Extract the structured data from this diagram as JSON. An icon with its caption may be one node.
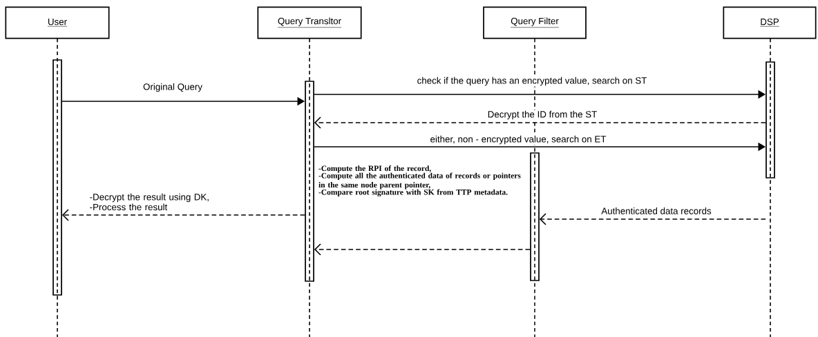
{
  "diagram": {
    "nodes": [
      {
        "text": [
          "User"
        ]
      },
      {
        "text": [
          "Query Transltor"
        ]
      },
      {
        "text": [
          "Query Filter"
        ]
      },
      {
        "text": [
          "DSP"
        ]
      },
      {
        "text": [],
        "shape": "bar"
      },
      {
        "text": [],
        "shape": "bar"
      },
      {
        "text": [],
        "shape": "bar"
      },
      {
        "text": [],
        "shape": "bar"
      }
    ],
    "edges": [
      {
        "from": 4,
        "to": 5,
        "arrow": "to",
        "label": "Original Query"
      },
      {
        "from": 5,
        "to": 7,
        "arrow": "to",
        "label": "check if the query has an encrypted value, search on ST"
      },
      {
        "from": 7,
        "to": 5,
        "arrow": "to",
        "style": "dashed",
        "label": "Decrypt the ID from the ST"
      },
      {
        "from": 5,
        "to": 7,
        "arrow": "to",
        "label": "either, non - encrypted value, search on ET"
      },
      {
        "from": 5,
        "to": 4,
        "arrow": "to",
        "style": "dashed",
        "label": "-Decrypt the result using DK, -Process the result"
      },
      {
        "from": 7,
        "to": 6,
        "arrow": "to",
        "style": "dashed",
        "label": "Authenticated data records"
      },
      {
        "from": 6,
        "to": 5,
        "arrow": "to",
        "style": "dashed"
      }
    ],
    "labels": [
      "-Compute the RPI of the record,",
      "-Compute  all the authenticated data of records or pointers in the same node parent pointer,",
      "-Compare root signature with SK from TTP metadata."
    ]
  }
}
